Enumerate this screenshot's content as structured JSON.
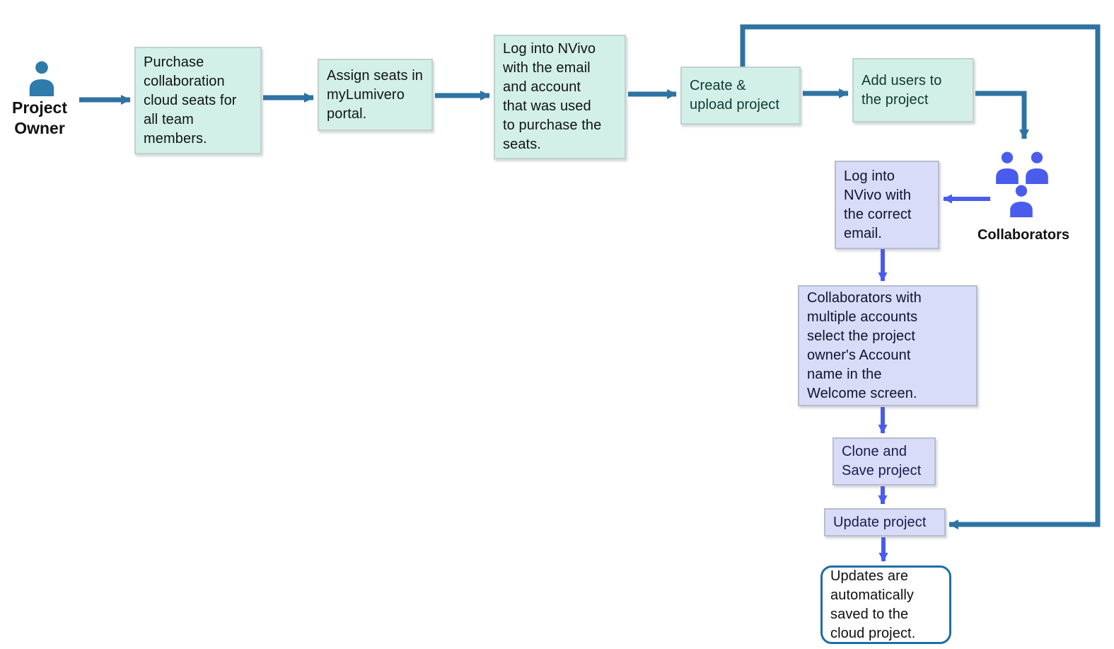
{
  "nodes": {
    "project_owner": {
      "label": "Project\nOwner"
    },
    "purchase": {
      "text": "Purchase\ncollaboration\ncloud seats for\nall team\nmembers."
    },
    "assign": {
      "text": "Assign seats in\nmyLumivero\nportal."
    },
    "login_owner": {
      "text": "Log into NVivo\nwith the email\nand account\nthat was used\nto purchase the\nseats."
    },
    "create_upload": {
      "text": "Create &\nupload project"
    },
    "add_users": {
      "text": "Add users to\nthe project"
    },
    "collaborators": {
      "label": "Collaborators"
    },
    "login_collaborator": {
      "text": "Log into\nNVivo with\nthe correct\nemail."
    },
    "select_account": {
      "text": "Collaborators with\nmultiple accounts\nselect the project\nowner's Account\nname in the\nWelcome screen."
    },
    "clone_save": {
      "text": "Clone and\nSave project"
    },
    "update_project": {
      "text": "Update project"
    },
    "updates_saved": {
      "text": "Updates are\nautomatically\nsaved to the\ncloud project."
    }
  },
  "icons": {
    "project_owner": "person-icon",
    "collaborators": "people-group-icon"
  },
  "colors": {
    "teal_arrow": "#2e73a2",
    "blue_arrow": "#4a5cec",
    "teal_box_fill": "#d3f0e8",
    "teal_box_border": "#c0d2cf",
    "lavender_box_fill": "#d8dcf8",
    "lavender_box_border": "#b7bccd",
    "result_border": "#1c6ea6",
    "owner_icon": "#2d7cab",
    "collab_icon": "#4a5cec"
  }
}
